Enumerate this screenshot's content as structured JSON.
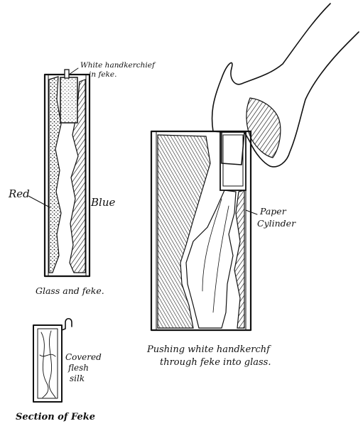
{
  "labels": {
    "white_hk_line1": "White handkerchief",
    "white_hk_line2": "in feke.",
    "red": "Red",
    "blue": "Blue",
    "glass_and_feke": "Glass and feke.",
    "paper_line1": "Paper",
    "paper_line2": "Cylinder",
    "pushing_line1": "Pushing white handkerchf",
    "pushing_line2": "through feke into glass.",
    "covered_line1": "Covered",
    "covered_line2": "flesh",
    "covered_line3": "silk",
    "section_of_feke": "Section of Feke"
  }
}
